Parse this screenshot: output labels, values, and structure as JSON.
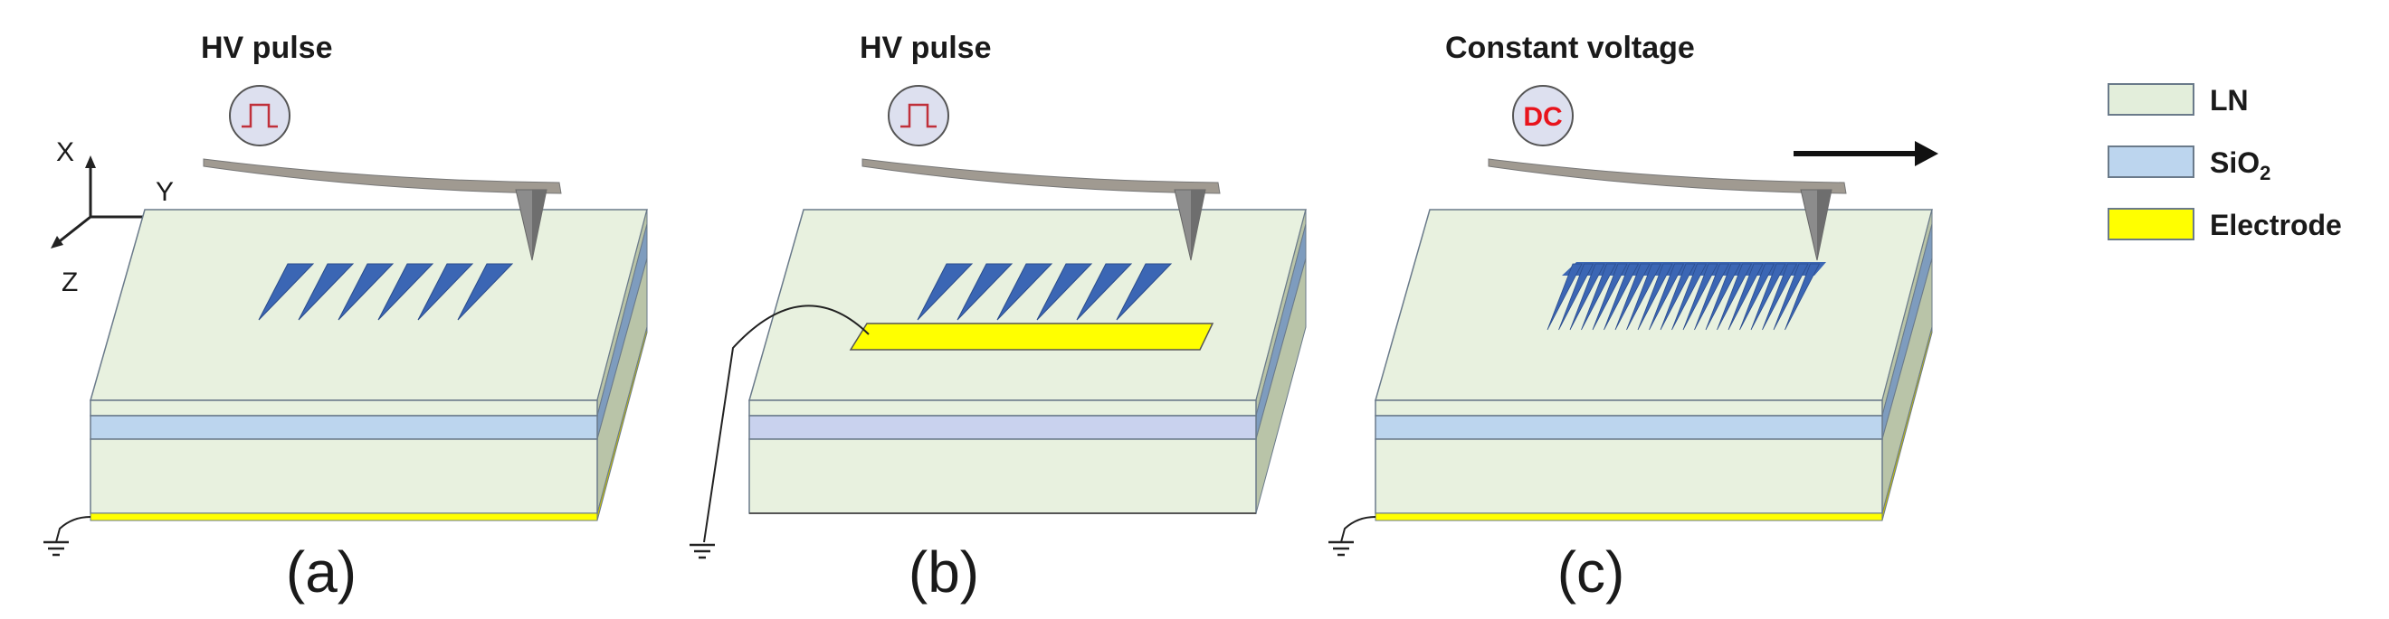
{
  "panels": [
    {
      "label": "(a)",
      "title": "HV pulse",
      "source": "pulse"
    },
    {
      "label": "(b)",
      "title": "HV pulse",
      "source": "pulse"
    },
    {
      "label": "(c)",
      "title": "Constant voltage",
      "source": "DC"
    }
  ],
  "dc_label": "DC",
  "axes": {
    "x": "X",
    "y": "Y",
    "z": "Z"
  },
  "legend": [
    {
      "label": "LN",
      "color": "#e3eedb"
    },
    {
      "label": "SiO",
      "subscript": "2",
      "color": "#bcd5ee"
    },
    {
      "label": "Electrode",
      "color": "#ffff00"
    }
  ],
  "colors": {
    "ln_top": "#e8f1df",
    "ln_side": "#b9c4a8",
    "sio2_front": "#bcd5ee",
    "sio2_front_b": "#c9d2ee",
    "sio2_side": "#7e9cbe",
    "electrode": "#ffff00",
    "electrode_side": "#c9c200",
    "domain": "#3b66b4",
    "tip": "#8c8c8c",
    "cantilever": "#a09a91",
    "dc_red": "#e8141c",
    "source_fill": "#dde0ef"
  }
}
